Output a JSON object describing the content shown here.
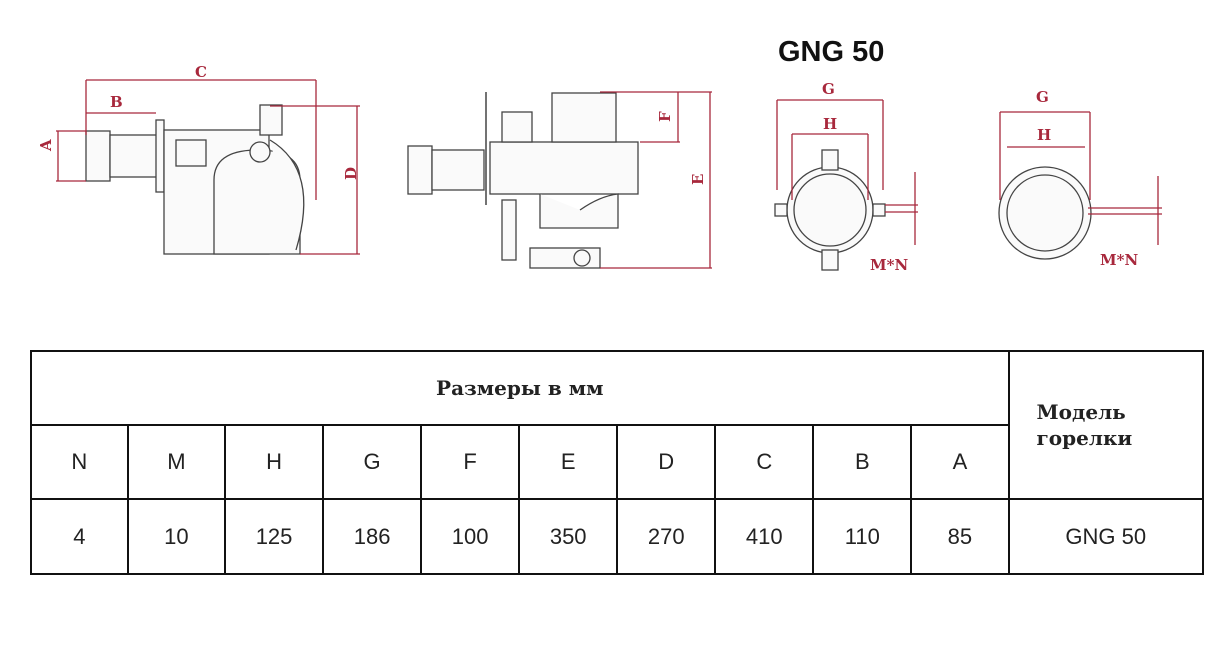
{
  "title": "GNG 50",
  "drawing_labels": {
    "a": "A",
    "b": "B",
    "c": "C",
    "d": "D",
    "e": "E",
    "f": "F",
    "g": "G",
    "h": "H",
    "mn": "M*N"
  },
  "colors": {
    "dimension": "#a8283c"
  },
  "table": {
    "header": "Размеры в мм",
    "model_header": "Модель горелки",
    "columns": [
      "N",
      "M",
      "H",
      "G",
      "F",
      "E",
      "D",
      "C",
      "B",
      "A"
    ],
    "values": [
      "4",
      "10",
      "125",
      "186",
      "100",
      "350",
      "270",
      "410",
      "110",
      "85"
    ],
    "model": "GNG 50"
  }
}
